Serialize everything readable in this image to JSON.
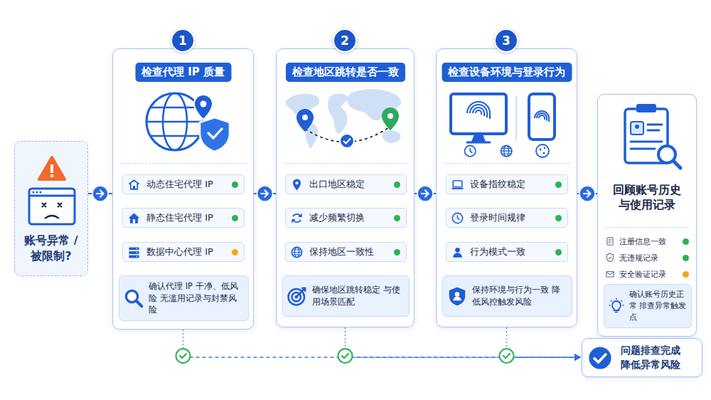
{
  "diagram": {
    "nodes": [
      {
        "text": [
          "账号异常 / 被限制?"
        ]
      },
      {
        "text": [
          "检查代理 IP 质量"
        ]
      },
      {
        "text": [
          "动态住宅代理 IP"
        ],
        "in": 1
      },
      {
        "text": [
          "静态住宅代理 IP"
        ],
        "in": 1
      },
      {
        "text": [
          "数据中心代理 IP"
        ],
        "in": 1
      },
      {
        "text": [
          "确认代理 IP 干净、低风险 无滥用记录与封禁风险"
        ],
        "in": 1
      },
      {
        "text": [
          "检查地区跳转是否一致"
        ]
      },
      {
        "text": [
          "出口地区稳定"
        ],
        "in": 6
      },
      {
        "text": [
          "减少频繁切换"
        ],
        "in": 6
      },
      {
        "text": [
          "保持地区一致性"
        ],
        "in": 6
      },
      {
        "text": [
          "确保地区跳转稳定 与使用场景匹配"
        ],
        "in": 6
      },
      {
        "text": [
          "检查设备环境与登录行为"
        ]
      },
      {
        "text": [
          "设备指纹稳定"
        ],
        "in": 11
      },
      {
        "text": [
          "登录时间规律"
        ],
        "in": 11
      },
      {
        "text": [
          "行为模式一致"
        ],
        "in": 11
      },
      {
        "text": [
          "保持环境与行为一致 降低风控触发风险"
        ],
        "in": 11
      },
      {
        "text": [
          "回顾账号历史 与使用记录",
          "注册信息一致",
          "无违规记录",
          "安全验证记录"
        ]
      },
      {
        "text": [
          "确认账号历史正常 排查异常触发点"
        ],
        "in": 16
      },
      {
        "text": [
          "问题排查完成 降低异常风险"
        ]
      }
    ],
    "edges": [
      {
        "from": 0,
        "to": 1,
        "arrow": "to"
      },
      {
        "from": 1,
        "to": 6,
        "arrow": "to"
      },
      {
        "from": 6,
        "to": 11,
        "arrow": "to"
      },
      {
        "from": 11,
        "to": 16,
        "arrow": "to"
      },
      {
        "from": 1,
        "to": 18,
        "arrow": "to"
      },
      {
        "from": 6,
        "to": 18,
        "arrow": "to"
      },
      {
        "from": 11,
        "to": 18,
        "arrow": "to"
      }
    ],
    "labels": [
      "1",
      "2",
      "3"
    ]
  }
}
